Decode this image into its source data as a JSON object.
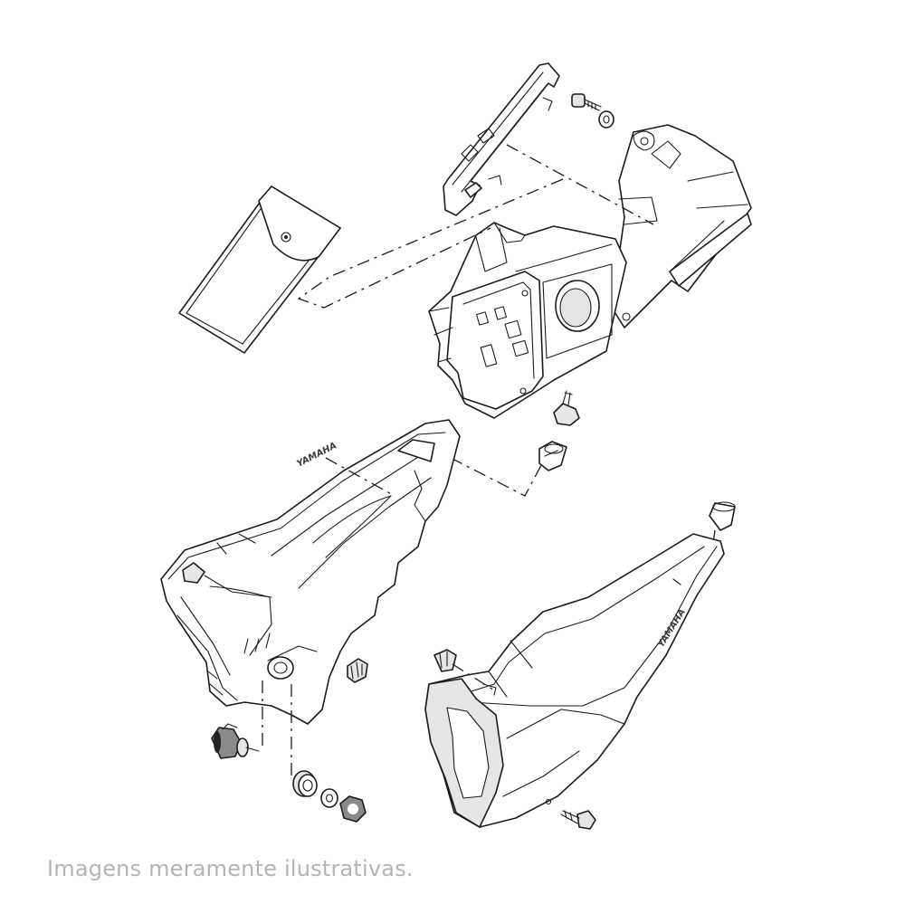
{
  "caption": "Imagens meramente ilustrativas.",
  "emblem_left": "YAMAHA",
  "emblem_right": "YAMAHA"
}
